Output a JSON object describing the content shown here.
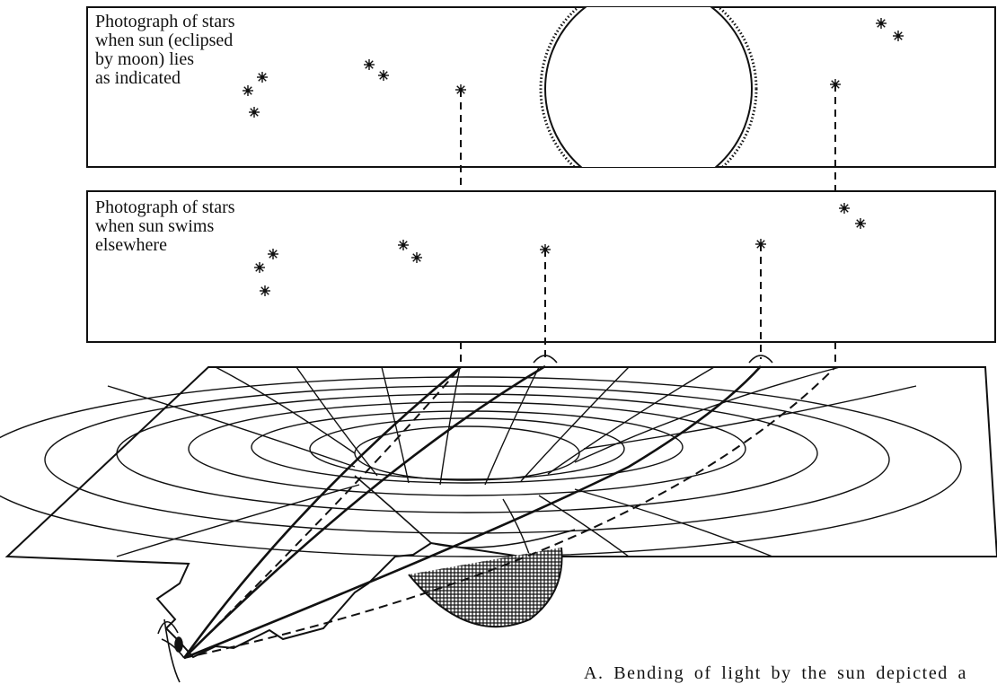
{
  "panels": {
    "eclipse": {
      "label": "Photograph of stars\nwhen sun (eclipsed\nby moon) lies\nas indicated"
    },
    "normal": {
      "label": "Photograph of stars\nwhen sun swims\nelsewhere"
    }
  },
  "caption": "A. Bending of light by the sun depicted a",
  "colors": {
    "ink": "#111111",
    "paper": "#ffffff"
  },
  "icons": [
    "star-icon",
    "eye-icon"
  ]
}
